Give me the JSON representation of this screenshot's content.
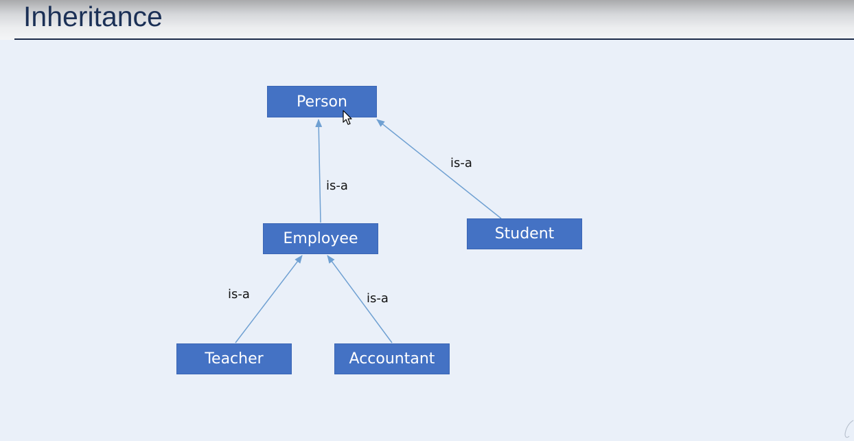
{
  "slide": {
    "title": "Inheritance"
  },
  "diagram": {
    "nodes": {
      "person": "Person",
      "employee": "Employee",
      "student": "Student",
      "teacher": "Teacher",
      "accountant": "Accountant"
    },
    "edge_labels": {
      "employee_person": "is-a",
      "student_person": "is-a",
      "teacher_employee": "is-a",
      "accountant_employee": "is-a"
    }
  },
  "colors": {
    "node_fill": "#4472c4",
    "arrow": "#6fa0d2",
    "title": "#1b3056"
  }
}
